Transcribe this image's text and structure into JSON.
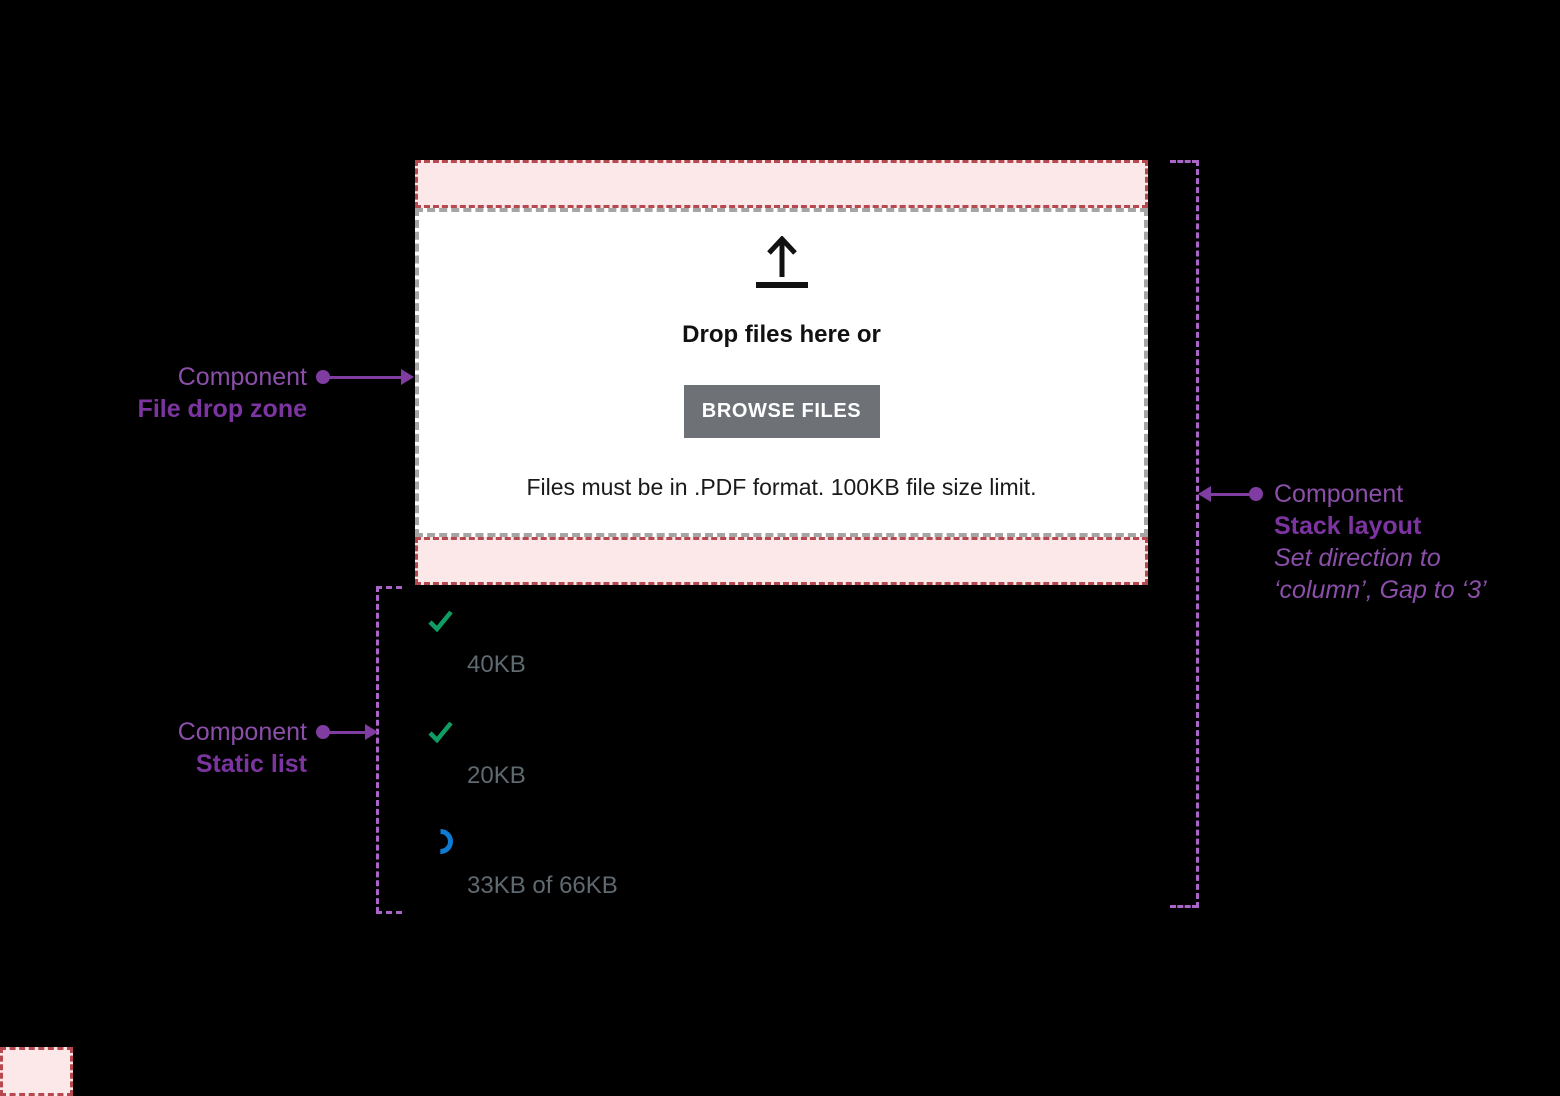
{
  "drop_zone": {
    "heading": "Drop files here or",
    "browse_button_label": "BROWSE FILES",
    "hint": "Files must be in .PDF format. 100KB file size limit."
  },
  "static_list": {
    "items": [
      {
        "icon": "check-icon",
        "label": "40KB"
      },
      {
        "icon": "check-icon",
        "label": "20KB"
      },
      {
        "icon": "spinner-icon",
        "label": "33KB of 66KB"
      }
    ]
  },
  "annotations": {
    "file_drop_zone": {
      "kicker": "Component",
      "name": "File drop zone"
    },
    "static_list": {
      "kicker": "Component",
      "name": "Static list"
    },
    "stack_layout": {
      "kicker": "Component",
      "name": "Stack layout",
      "note_lines": [
        "Set direction to",
        "‘column’, Gap to ‘3’"
      ]
    }
  },
  "colors": {
    "background": "#000000",
    "pink_fill": "#fce8e8",
    "red_dash": "#b5494f",
    "gray_dash": "#a5a5a5",
    "button_gray": "#6e7277",
    "annotation_purple": "#8b4fa9",
    "bracket_purple": "#ab64c8",
    "success_green": "#0f9d62",
    "progress_blue": "#0e7ad2",
    "list_text_gray": "#5f6970"
  }
}
